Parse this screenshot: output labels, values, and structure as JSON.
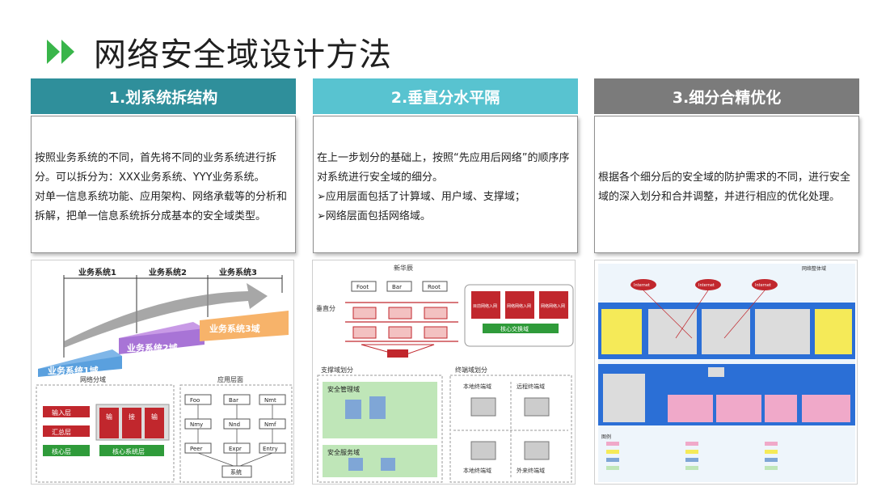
{
  "title": "网络安全域设计方法",
  "columns": [
    {
      "header": "1.划系统拆结构",
      "paragraphs": [
        "按照业务系统的不同，首先将不同的业务系统进行拆分。可以拆分为：XXX业务系统、YYY业务系统。",
        "对单一信息系统功能、应用架构、网络承载等的分析和拆解，把单一信息系统拆分成基本的安全域类型。"
      ]
    },
    {
      "header": "2.垂直分水平隔",
      "paragraphs": [
        "在上一步划分的基础上，按照“先应用后网络”的顺序序对系统进行安全域的细分。",
        "➢应用层面包括了计算域、用户域、支撑域；",
        "➢网络层面包括网络域。"
      ]
    },
    {
      "header": "3.细分合精优化",
      "paragraphs": [
        "根据各个细分后的安全域的防护需求的不同，进行安全域的深入划分和合并调整，并进行相应的优化处理。"
      ]
    }
  ],
  "diagram1": {
    "top_labels": [
      "业务系统1",
      "业务系统2",
      "业务系统3"
    ],
    "steps": [
      "业务系统1域",
      "业务系统2域",
      "业务系统3域"
    ],
    "left_panel_title": "网络分域",
    "left_boxes": [
      "输入层",
      "汇总层",
      "核心层"
    ],
    "left_domain_labels": [
      "输",
      "接",
      "输"
    ],
    "core_label": "核心系统层",
    "right_panel_title": "应用层面",
    "right_top_row": [
      "Foo",
      "Bar",
      "Nmt"
    ],
    "right_mid_row": [
      "Nmy",
      "Nnd",
      "Nmf"
    ],
    "right_bottom_row": [
      "Peer",
      "Expr",
      "Entry"
    ],
    "right_bottom": "系统"
  },
  "diagram2": {
    "top_label": "新华辰",
    "side_label": "垂直分",
    "top_row": [
      "Foot",
      "Bar",
      "Root"
    ],
    "right_boxes": [
      "目前网络入网",
      "网络网络入网",
      "网络网络入网"
    ],
    "right_label": "核心交换域",
    "left_bottom_title": "支撑域划分",
    "right_bottom_title": "终端域划分",
    "bottom_boxes": [
      "安全管理域",
      "安全服务域"
    ],
    "terminal_labels": [
      "本地终端域",
      "远程终端域",
      "本地终端域",
      "外来终端域"
    ]
  },
  "diagram3": {
    "header_label": "网络整体域",
    "clouds": [
      "Internet",
      "Internet",
      "Internet"
    ],
    "legend_title": "图例"
  },
  "colors": {
    "header1": "#2f8f9b",
    "header2": "#58c3d0",
    "header3": "#7b7b7b",
    "arrow": "#39b54a"
  }
}
